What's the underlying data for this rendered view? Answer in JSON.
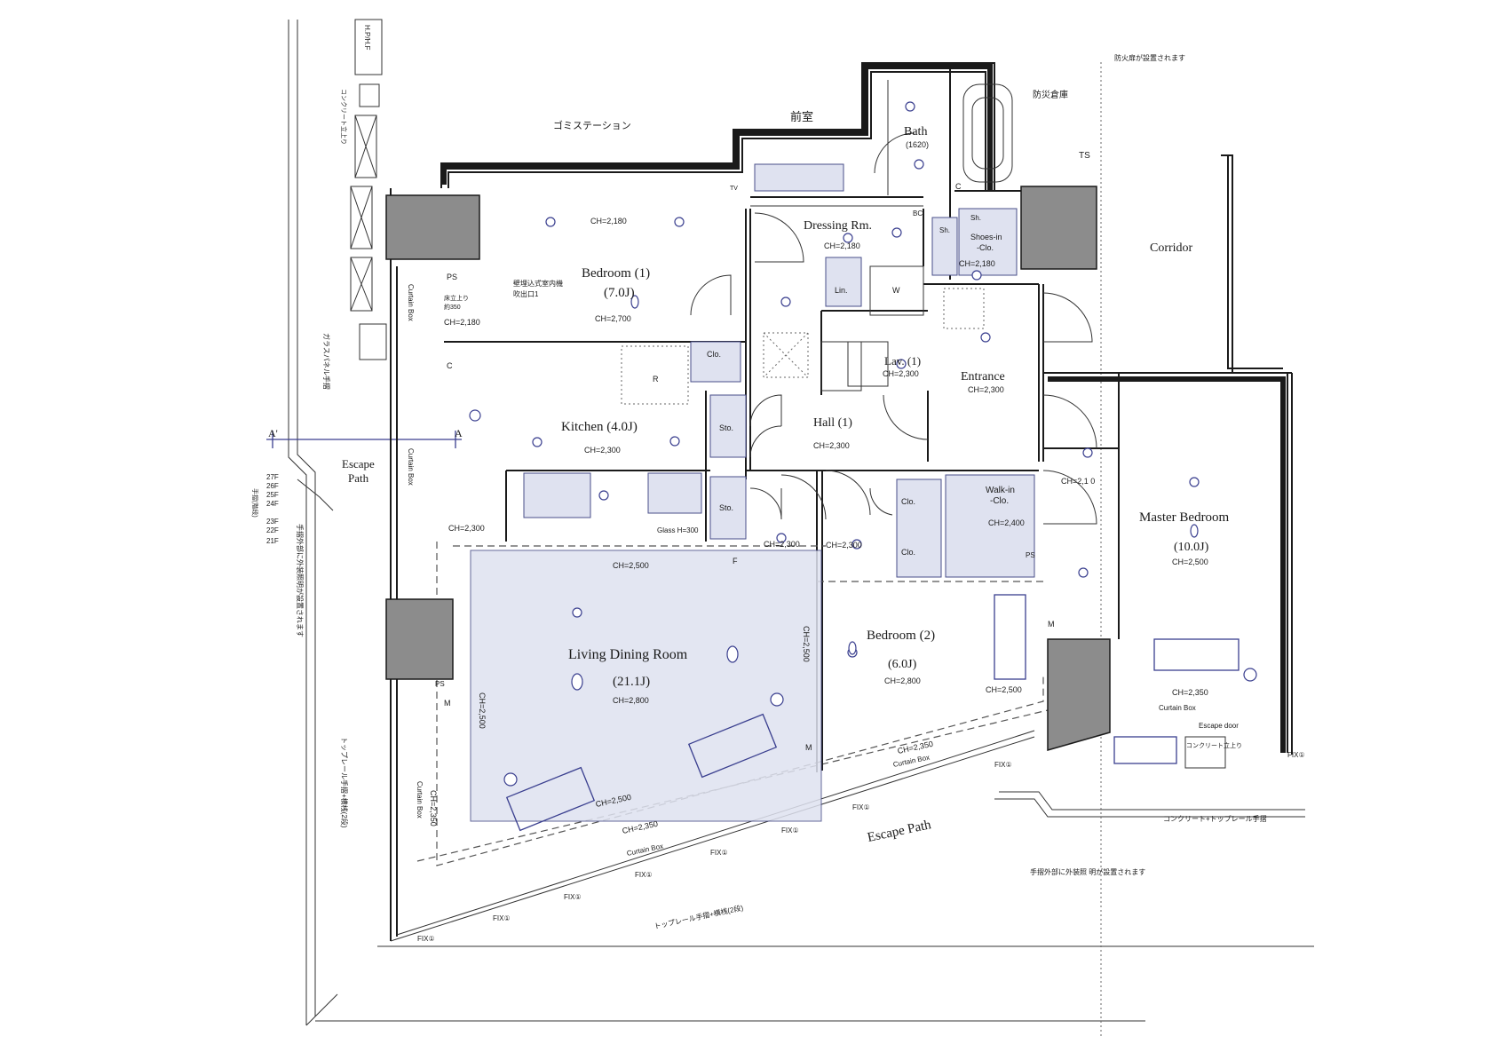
{
  "rooms": {
    "bedroom1": {
      "name": "Bedroom (1)",
      "size": "(7.0J)",
      "ch": "CH=2,700"
    },
    "kitchen": {
      "name": "Kitchen (4.0J)",
      "ch": "CH=2,300"
    },
    "living": {
      "name": "Living Dining Room",
      "size": "(21.1J)",
      "ch": "CH=2,800"
    },
    "dressing": {
      "name": "Dressing Rm.",
      "ch": "CH=2,180"
    },
    "bath": {
      "name": "Bath",
      "size": "(1620)"
    },
    "lav": {
      "name": "Lav. (1)",
      "ch": "CH=2,300"
    },
    "entrance": {
      "name": "Entrance",
      "ch": "CH=2,300"
    },
    "hall": {
      "name": "Hall (1)",
      "ch": "CH=2,300"
    },
    "shoes": {
      "name": "Shoes-in",
      "name2": "-Clo.",
      "ch": "CH=2,180"
    },
    "walkin": {
      "name": "Walk-in",
      "name2": "-Clo.",
      "ch": "CH=2,400"
    },
    "bedroom2": {
      "name": "Bedroom (2)",
      "size": "(6.0J)",
      "ch": "CH=2,800"
    },
    "master": {
      "name": "Master Bedroom",
      "size": "(10.0J)",
      "ch": "CH=2,500"
    }
  },
  "labels": {
    "corridor": "Corridor",
    "escape_left": "Escape",
    "escape_left2": "Path",
    "escape_bottom": "Escape Path",
    "garbage": "ゴミステーション",
    "front_room": "前室",
    "disaster_storage": "防災倉庫",
    "ts": "TS",
    "fire_door": "防火扉が設置されます",
    "rail_note": "手摺外部に外装照明が設置されます",
    "rail_note2": "手摺外部に外装照 明が設置されます",
    "concrete_rail": "コンクリート+トップレール手摺",
    "top_rail": "トップレール手摺+横桟(2段)",
    "top_rail_left": "トップレール手摺+横桟(2段)",
    "glass_rail": "ガラスパネル手摺",
    "hpf": "H.P/H.F",
    "concrete_up": "コンクリート立上り",
    "wall_ac": "壁埋込式室内機",
    "wall_ac2": "吹出口1",
    "floor_up": "床立上り",
    "floor_up_val": "約350",
    "section_a": "A",
    "section_a2": "A'",
    "floors": [
      "27F",
      "26F",
      "25F",
      "24F",
      "23F",
      "22F",
      "21F"
    ],
    "handrail": "手摺(階段)"
  },
  "fixtures": {
    "lin": "Lin.",
    "w": "W",
    "clo": "Clo.",
    "sto": "Sto.",
    "r": "R",
    "ps": "PS",
    "sh": "Sh.",
    "c": "C",
    "m": "M",
    "f": "F",
    "bc": "BC",
    "tv": "TV",
    "glass": "Glass H=300",
    "fix": "FIX①"
  },
  "ceilings": {
    "ch2180": "CH=2,180",
    "ch2300": "CH=2,300",
    "ch2500": "CH=2,500",
    "ch2350": "CH=2,350",
    "ch2100": "CH=2,1 0",
    "curtain": "Curtain Box",
    "escape_door": "Escape door",
    "concrete_rise": "コンクリート立上り"
  }
}
